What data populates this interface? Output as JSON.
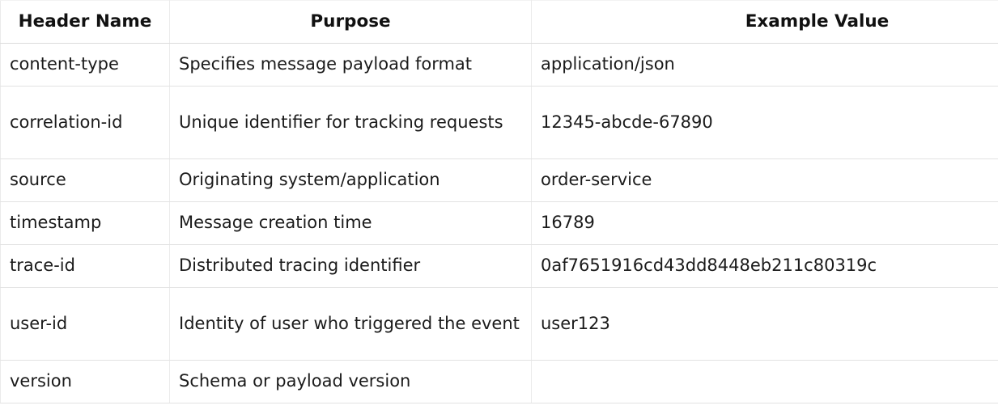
{
  "table": {
    "columns": [
      {
        "key": "header_name",
        "label": "Header Name",
        "align": "left"
      },
      {
        "key": "purpose",
        "label": "Purpose",
        "align": "left"
      },
      {
        "key": "example_value",
        "label": "Example Value",
        "align": "left"
      }
    ],
    "rows": [
      {
        "header_name": "content-type",
        "purpose": "Specifies message payload format",
        "example_value": "application/json",
        "value_align": "left",
        "lines": 1
      },
      {
        "header_name": "correlation-id",
        "purpose": "Unique identifier for tracking requests",
        "example_value": "12345-abcde-67890",
        "value_align": "left",
        "lines": 2
      },
      {
        "header_name": "source",
        "purpose": "Originating system/application",
        "example_value": "order-service",
        "value_align": "left",
        "lines": 1
      },
      {
        "header_name": "timestamp",
        "purpose": "Message creation time",
        "example_value": "16789",
        "value_align": "right",
        "lines": 1
      },
      {
        "header_name": "trace-id",
        "purpose": "Distributed tracing identifier",
        "example_value": "0af7651916cd43dd8448eb211c80319c",
        "value_align": "left",
        "lines": 1
      },
      {
        "header_name": "user-id",
        "purpose": "Identity of user who triggered the event",
        "example_value": "user123",
        "value_align": "left",
        "lines": 2
      },
      {
        "header_name": "version",
        "purpose": "Schema or payload version",
        "example_value": "",
        "value_align": "left",
        "lines": 1
      }
    ]
  },
  "style": {
    "background": "#ffffff",
    "text_color": "#1b1b1b",
    "header_text_color": "#111111",
    "border_color": "#e3e3e3"
  }
}
